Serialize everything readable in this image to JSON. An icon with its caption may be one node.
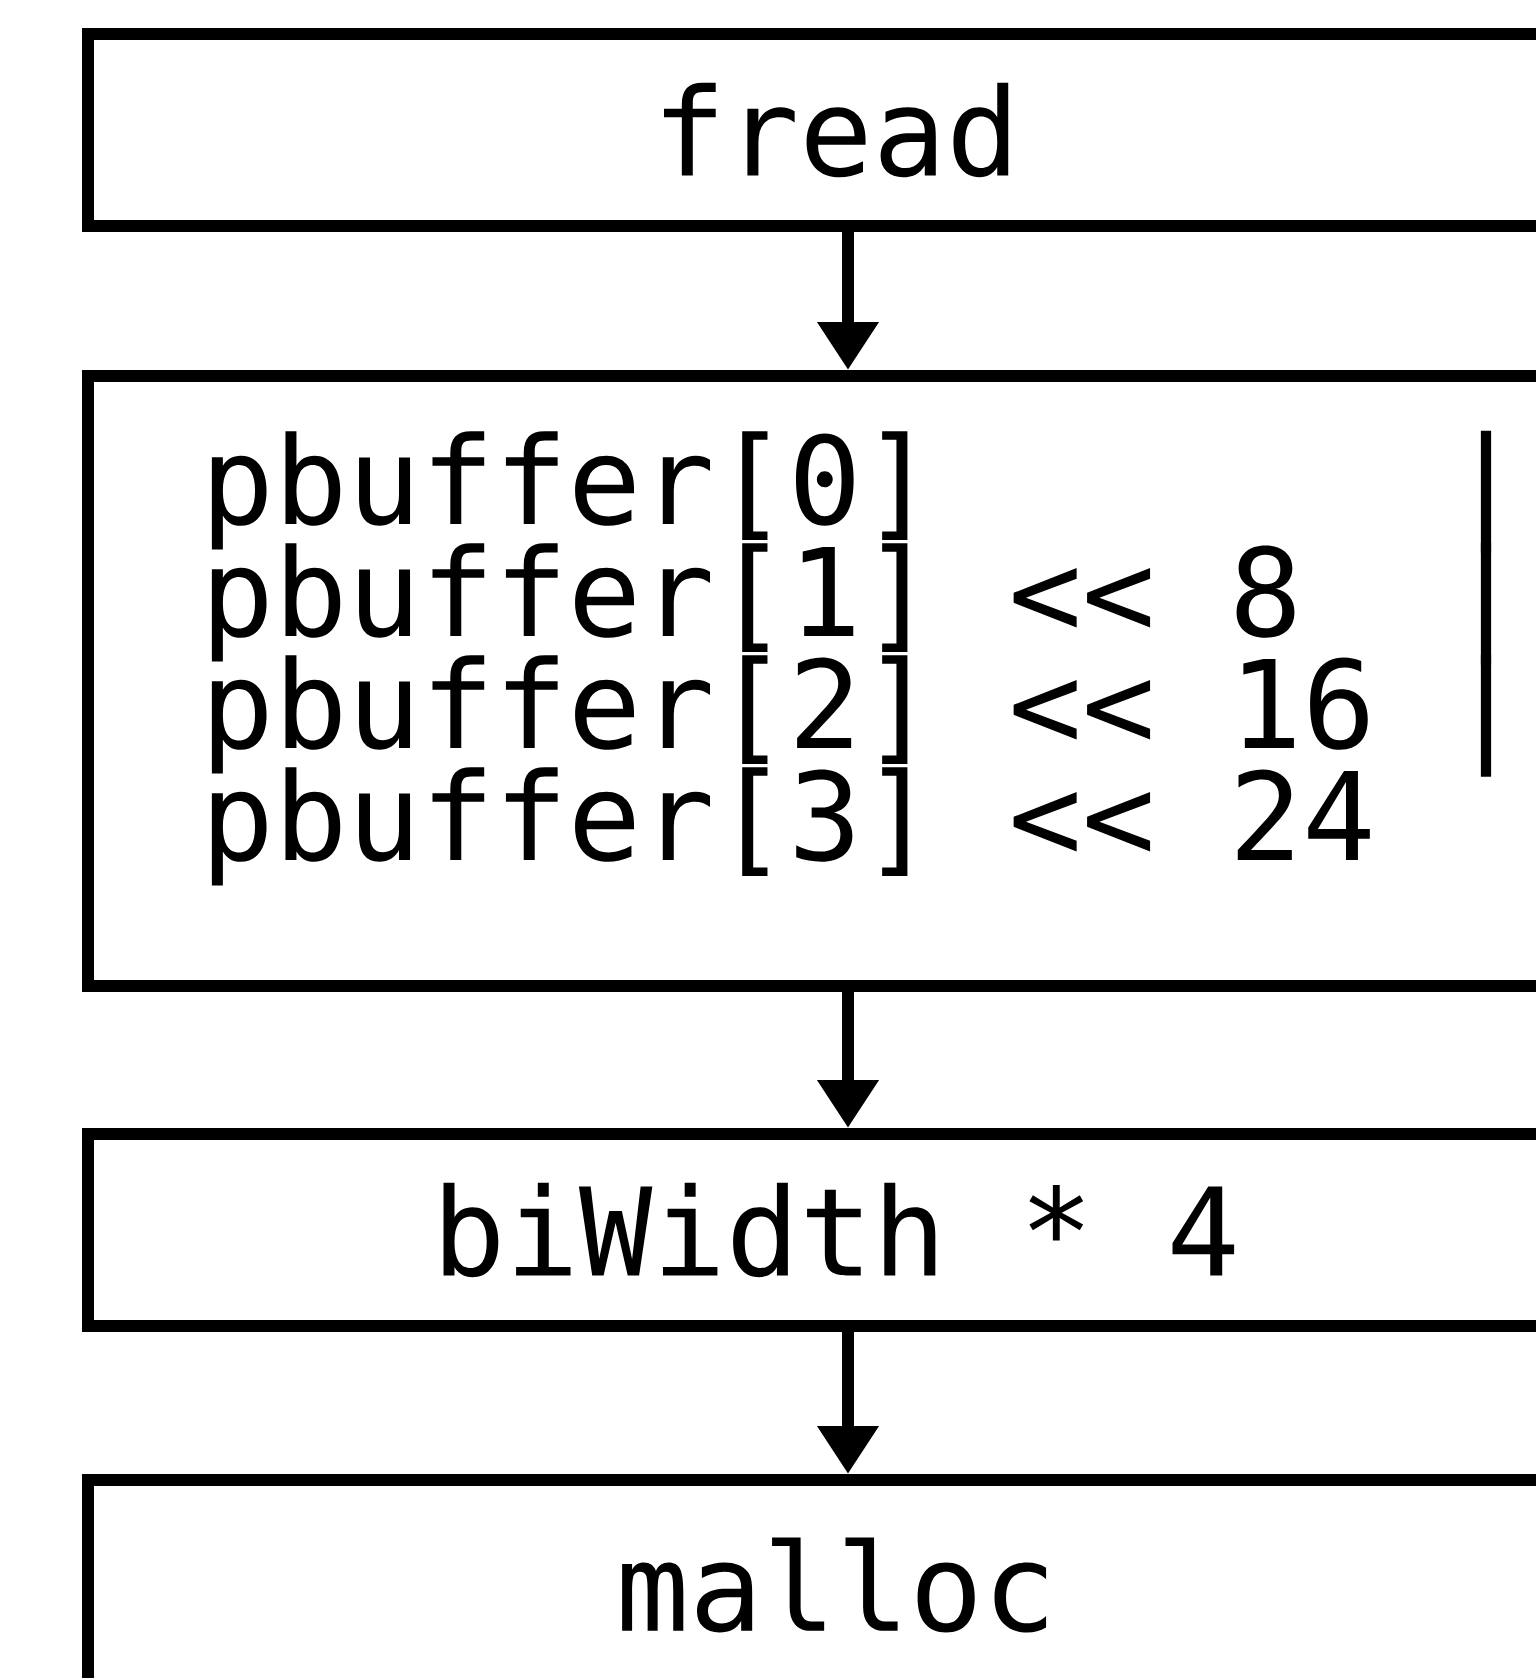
{
  "diagram": {
    "nodes": [
      {
        "text": [
          "fread"
        ]
      },
      {
        "text": [
          "pbuffer[0]",
          "|",
          "pbuffer[1] << 8",
          "|",
          "pbuffer[2] << 16",
          "|",
          "pbuffer[3] << 24"
        ]
      },
      {
        "text": [
          "biWidth * 4"
        ]
      },
      {
        "text": [
          "malloc"
        ]
      }
    ],
    "edges": [
      {
        "from": 0,
        "to": 1,
        "arrow": "to"
      },
      {
        "from": 1,
        "to": 2,
        "arrow": "to"
      },
      {
        "from": 2,
        "to": 3,
        "arrow": "to"
      }
    ]
  }
}
